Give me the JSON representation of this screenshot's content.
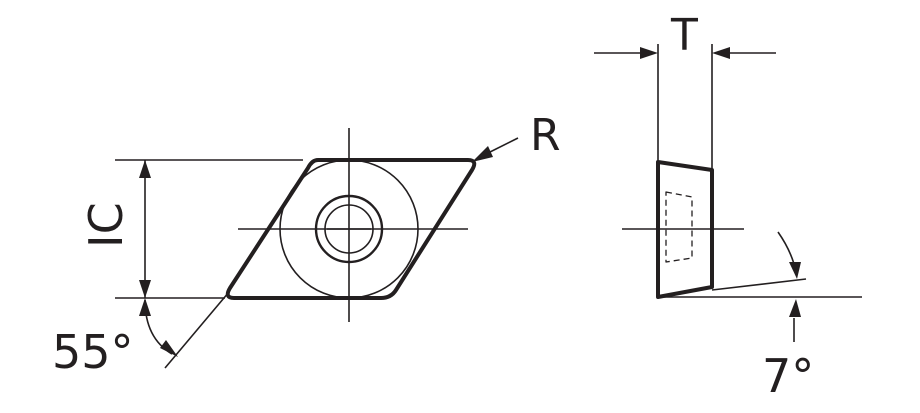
{
  "labels": {
    "thickness": "T",
    "radius": "R",
    "inscribed_circle": "IC",
    "insert_angle": "55°",
    "clearance_angle": "7°"
  }
}
